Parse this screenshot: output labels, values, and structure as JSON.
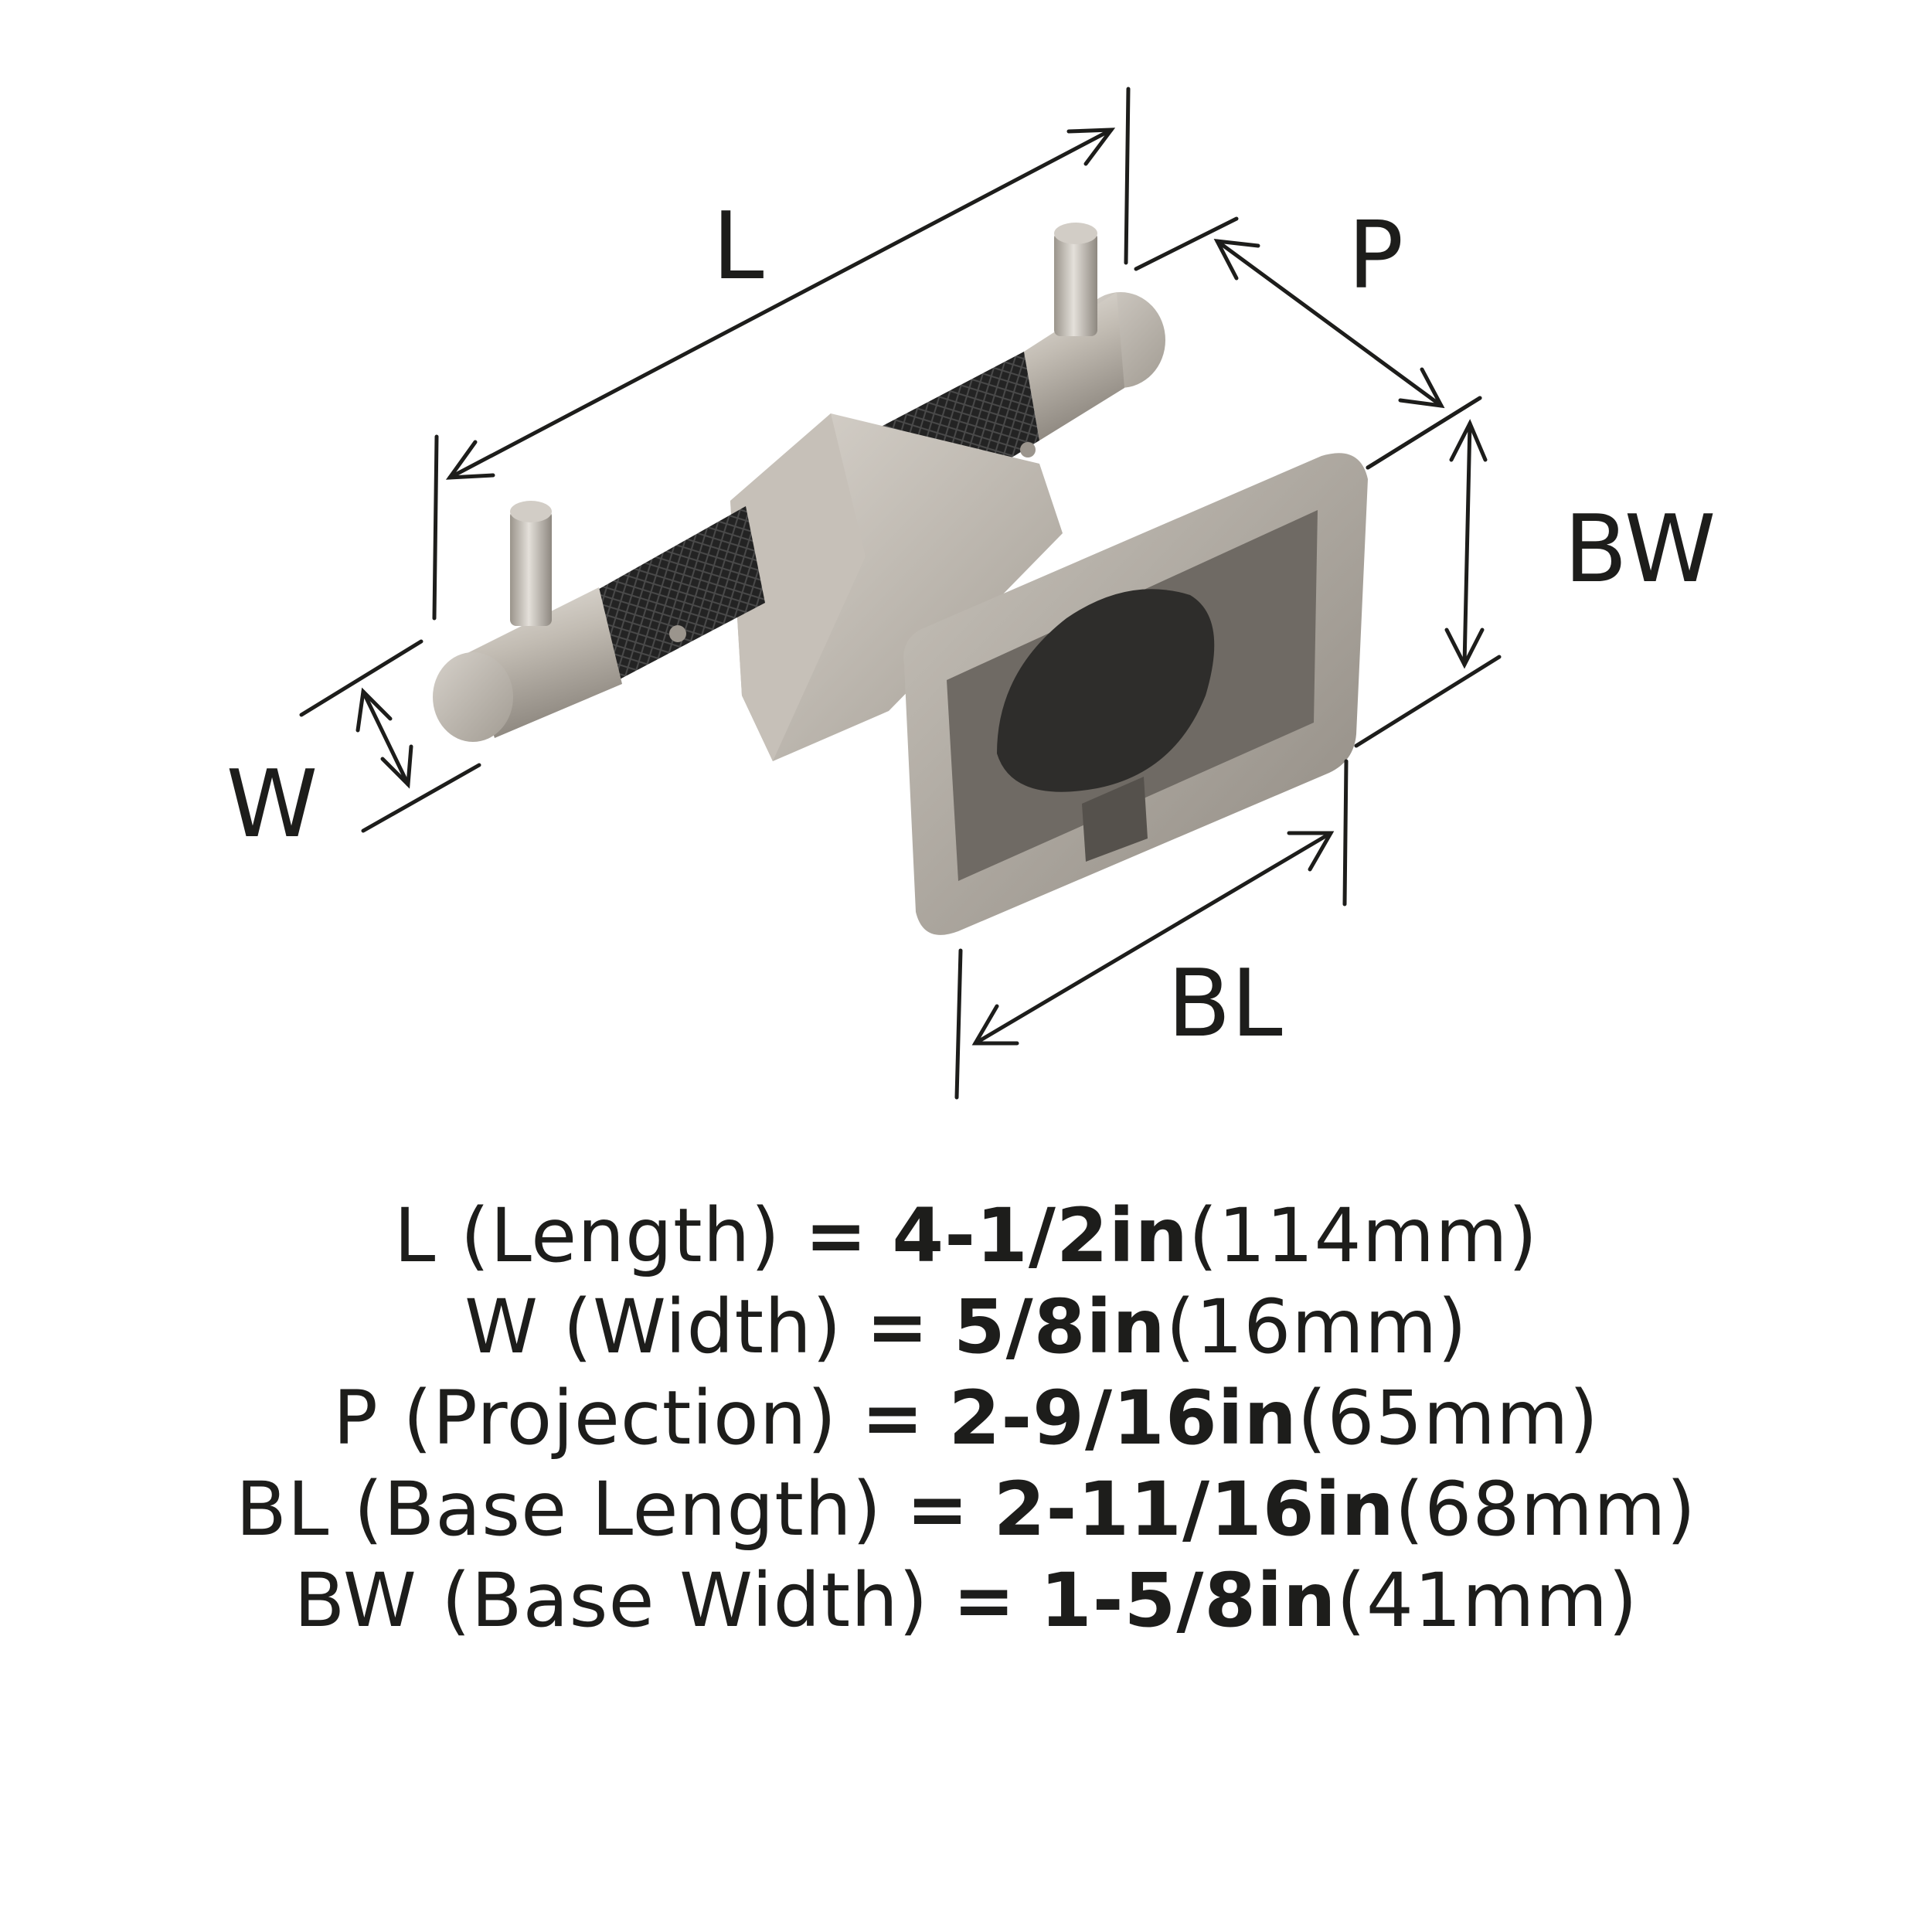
{
  "colors": {
    "ink": "#1d1d1b",
    "satin_nickel": "#b5afa6",
    "black_knurl": "#232323"
  },
  "diagram": {
    "labels": {
      "length": "L",
      "width": "W",
      "projection": "P",
      "base_width": "BW",
      "base_length": "BL"
    }
  },
  "specs": [
    {
      "abbr": "L",
      "name": "(Length)",
      "eq": "=",
      "imperial": "4-1/2in",
      "metric": "(114mm)"
    },
    {
      "abbr": "W",
      "name": "(Width)",
      "eq": "=",
      "imperial": "5/8in",
      "metric": "(16mm)"
    },
    {
      "abbr": "P",
      "name": "(Projection)",
      "eq": "=",
      "imperial": "2-9/16in",
      "metric": "(65mm)"
    },
    {
      "abbr": "BL",
      "name": "(Base Length)",
      "eq": "=",
      "imperial": "2-11/16in",
      "metric": "(68mm)"
    },
    {
      "abbr": "BW",
      "name": "(Base Width)",
      "eq": "=",
      "imperial": "1-5/8in",
      "metric": "(41mm)"
    }
  ]
}
